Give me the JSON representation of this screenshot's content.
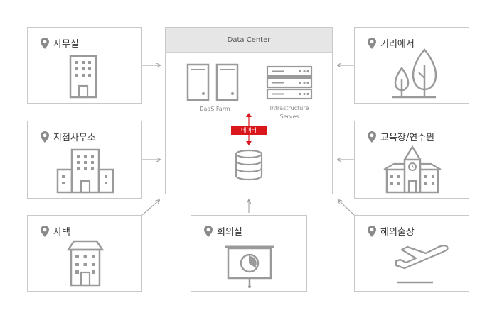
{
  "data_center": {
    "title": "Data Center",
    "daas_label": "DaaS Farm",
    "infra_label_line1": "Infrastructure",
    "infra_label_line2": "Serves",
    "data_tag": "데이터"
  },
  "locations": {
    "office": "사무실",
    "street": "거리에서",
    "branch": "지점사무소",
    "training": "교육장/연수원",
    "home": "자택",
    "meeting": "회의실",
    "overseas": "해외출장"
  },
  "colors": {
    "accent": "#d9161c",
    "stroke": "#9a9a9a",
    "border": "#c8c8c8",
    "header_bg": "#e6e6e6"
  }
}
